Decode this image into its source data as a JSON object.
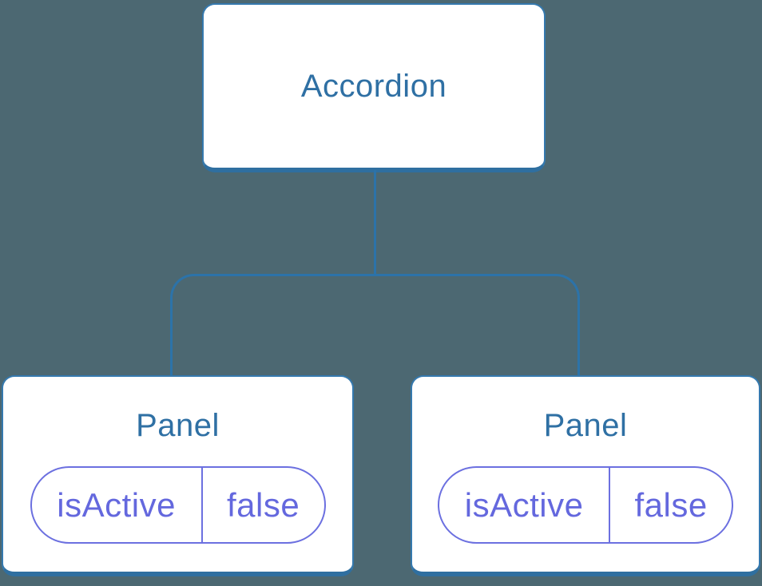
{
  "colors": {
    "bg": "#4C6872",
    "box-fill": "#FFFFFF",
    "box-border": "#3579AE",
    "box-border-bottom": "#2F6FA0",
    "heading-text": "#2F70A4",
    "connector-line": "#2C73A9",
    "pill-border": "#6C70E0",
    "pill-text": "#6468DE"
  },
  "tree": {
    "root": {
      "label": "Accordion"
    },
    "children": [
      {
        "label": "Panel",
        "state": {
          "key": "isActive",
          "value": "false"
        }
      },
      {
        "label": "Panel",
        "state": {
          "key": "isActive",
          "value": "false"
        }
      }
    ]
  }
}
